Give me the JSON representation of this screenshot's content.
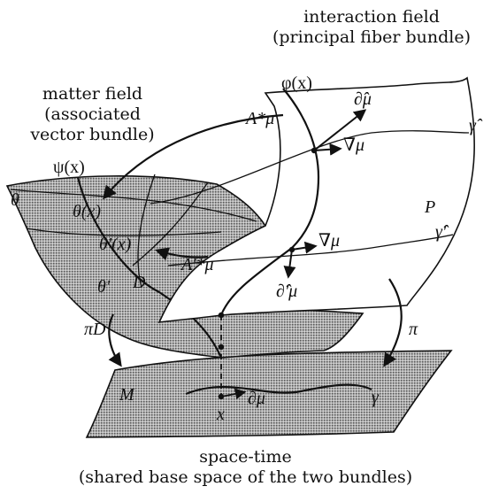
{
  "captions": {
    "interaction_title": "interaction field",
    "interaction_sub": "(principal fiber bundle)",
    "matter_title": "matter field",
    "matter_sub1": "(associated",
    "matter_sub2": "vector bundle)",
    "spacetime_title": "space-time",
    "spacetime_sub": "(shared base space of the two bundles)"
  },
  "labels": {
    "phi": "φ(x)",
    "psi": "ψ(x)",
    "theta": "θ",
    "theta_x": "θ(x)",
    "theta_prime_x": "θ'(x)",
    "theta_prime": "θ'",
    "D": "D",
    "P": "P",
    "M": "M",
    "x": "x",
    "gamma": "γ",
    "gamma_hat": "γ̂",
    "gamma_hat_prime": "γ̂'",
    "A_star": "A*μ",
    "A_prime_star": "A'*μ",
    "nabla_upper": "∇μ",
    "nabla_lower": "∇μ",
    "d_hat_upper": "∂̂μ",
    "d_hat_prime": "∂̂'μ",
    "d_mu": "∂μ",
    "pi": "π",
    "pi_D": "πD"
  },
  "colors": {
    "ink": "#111111",
    "stipple": "#9a9a9a",
    "sheet": "#ffffff"
  }
}
